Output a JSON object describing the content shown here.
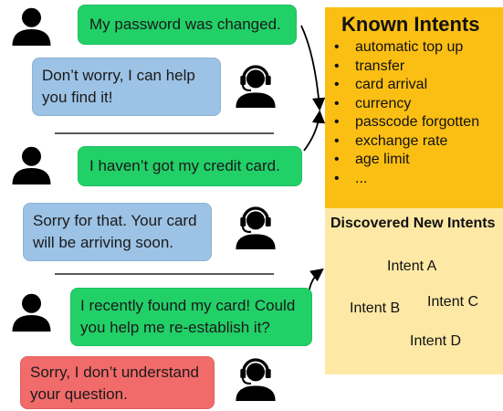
{
  "dialogues": [
    {
      "user": "My password was changed.",
      "agent": "Don’t worry, I can help you find it!"
    },
    {
      "user": "I haven’t got my credit card.",
      "agent": "Sorry for that. Your card will be arriving soon."
    },
    {
      "user": "I recently found my card! Could you help me re-establish it?",
      "agent": "Sorry, I don’t understand your question."
    }
  ],
  "known_intents": {
    "title": "Known Intents",
    "items": [
      "automatic top up",
      "transfer",
      "card arrival",
      "currency",
      "passcode forgotten",
      "exchange rate",
      "age limit",
      "..."
    ]
  },
  "discovered": {
    "title": "Discovered New Intents",
    "intents": [
      "Intent A",
      "Intent B",
      "Intent C",
      "Intent D"
    ]
  },
  "colors": {
    "user_bubble": "#22d068",
    "agent_bubble_ok": "#9cc2e5",
    "agent_bubble_fail": "#f26b6b",
    "known_panel": "#fbbf14",
    "discovered_panel": "#fde8a5"
  },
  "icons": {
    "user": "person-icon",
    "agent": "headset-agent-icon",
    "robot": "robot-icon"
  }
}
